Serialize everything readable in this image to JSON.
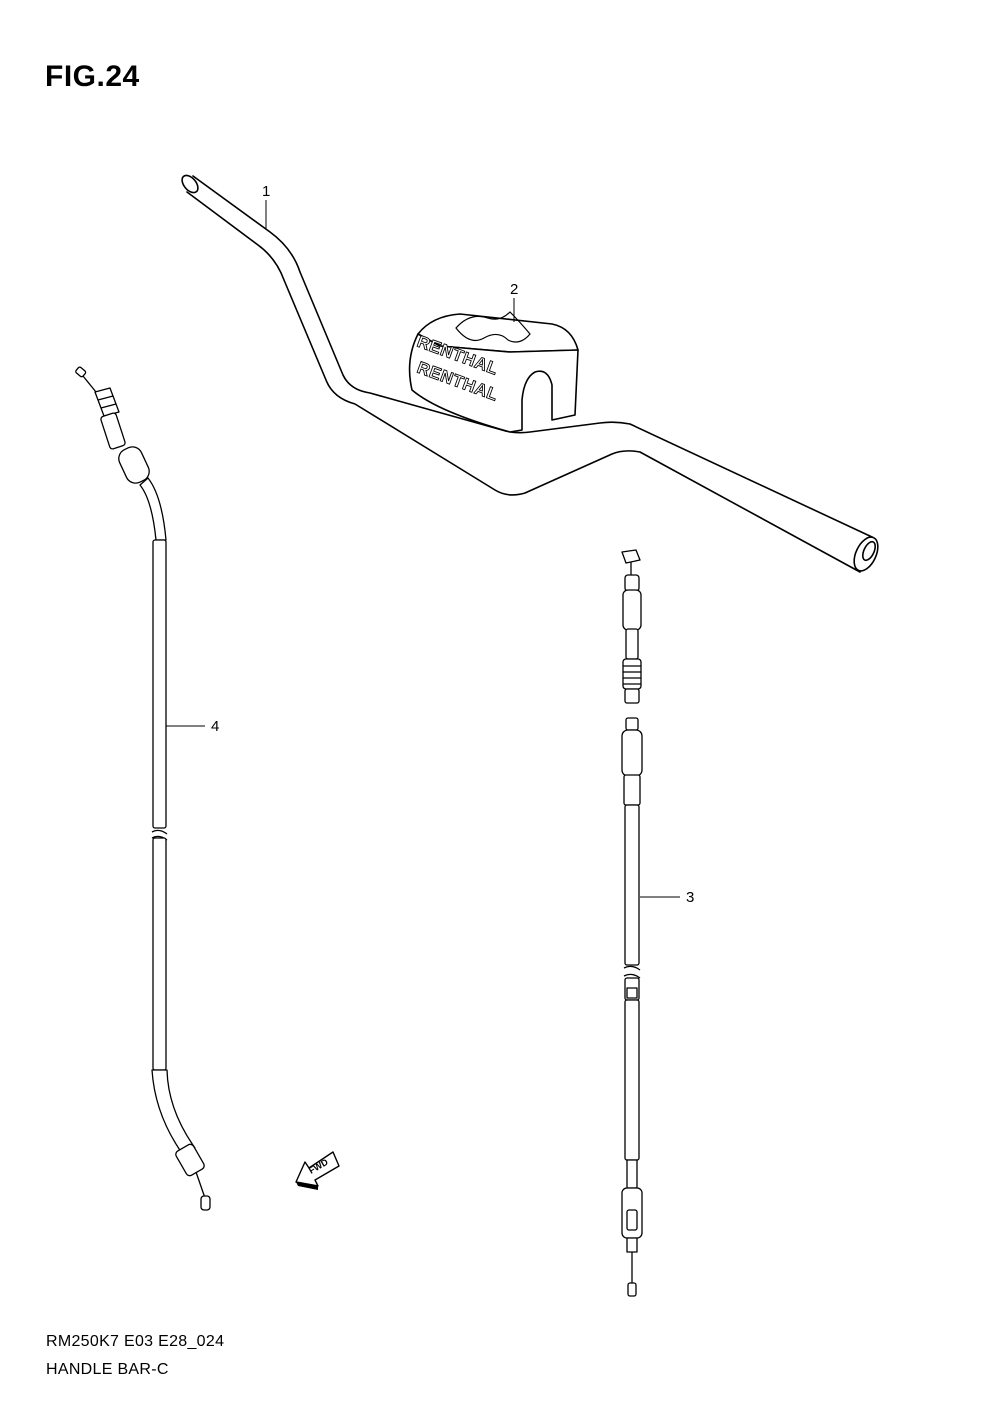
{
  "figure": {
    "title": "FIG.24"
  },
  "callouts": [
    {
      "number": "1",
      "part": "handlebar"
    },
    {
      "number": "2",
      "part": "handlebar-pad"
    },
    {
      "number": "3",
      "part": "throttle-cable"
    },
    {
      "number": "4",
      "part": "clutch-cable"
    }
  ],
  "pad_brand": "RENTHAL",
  "direction_marker": "FWD",
  "footer": {
    "code": "RM250K7 E03 E28_024",
    "name": "HANDLE BAR-C"
  }
}
